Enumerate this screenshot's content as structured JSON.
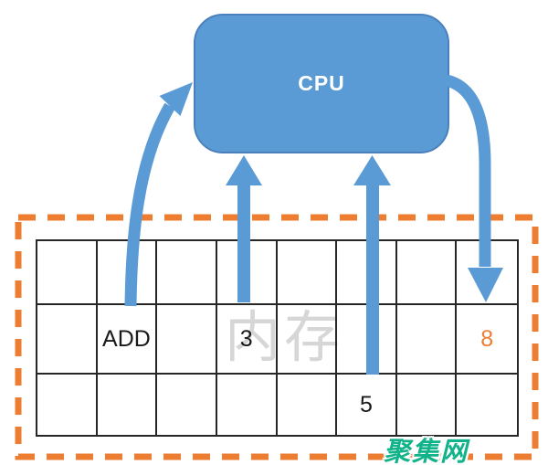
{
  "cpu": {
    "label": "CPU"
  },
  "memory": {
    "watermark": "内存",
    "grid": {
      "rows": 3,
      "cols": 8,
      "cells": [
        {
          "row": 1,
          "col": 1,
          "text": "ADD",
          "color": "#1a1a1a"
        },
        {
          "row": 1,
          "col": 3,
          "text": "3",
          "color": "#1a1a1a"
        },
        {
          "row": 1,
          "col": 7,
          "text": "8",
          "color": "#ED7D31"
        },
        {
          "row": 2,
          "col": 5,
          "text": "5",
          "color": "#1a1a1a"
        }
      ]
    }
  },
  "logo": {
    "text": "聚集网",
    "color": "#12B38A"
  },
  "colors": {
    "accent_blue": "#5B9BD5",
    "accent_orange": "#ED7D31",
    "grid_line": "#262626",
    "watermark_gray": "#D6D6D6",
    "logo_green": "#12B38A"
  }
}
